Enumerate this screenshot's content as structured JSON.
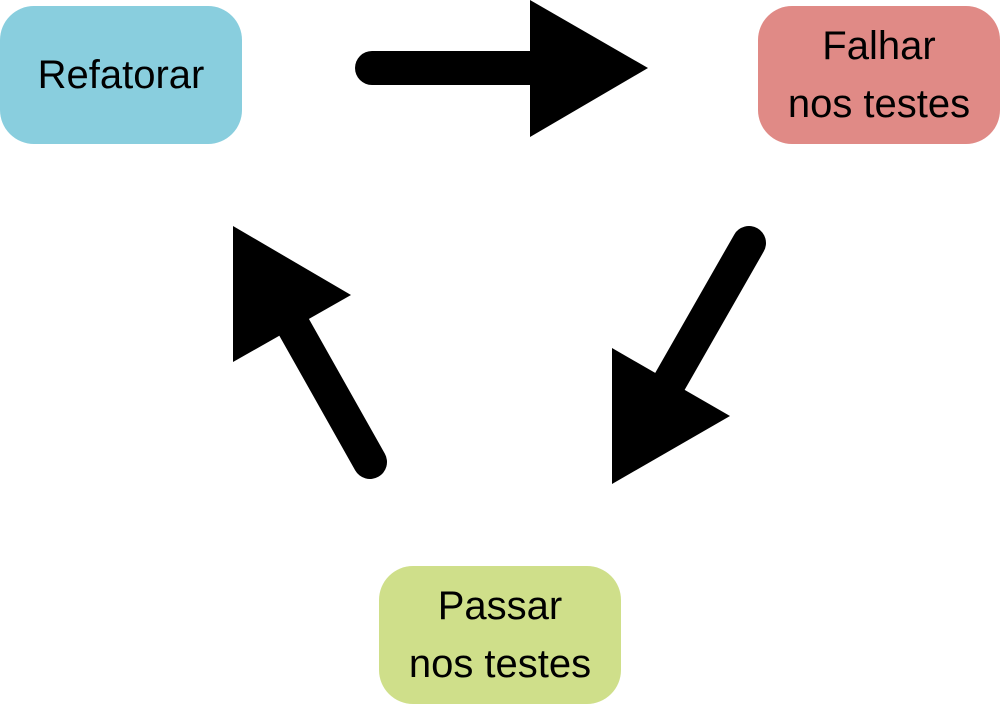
{
  "nodes": {
    "refactor": {
      "label": "Refatorar",
      "color": "#89cede"
    },
    "fail": {
      "line1": "Falhar",
      "line2": "nos testes",
      "color": "#e08a86"
    },
    "pass": {
      "line1": "Passar",
      "line2": "nos testes",
      "color": "#cfdf8a"
    }
  },
  "arrow_color": "#000000"
}
